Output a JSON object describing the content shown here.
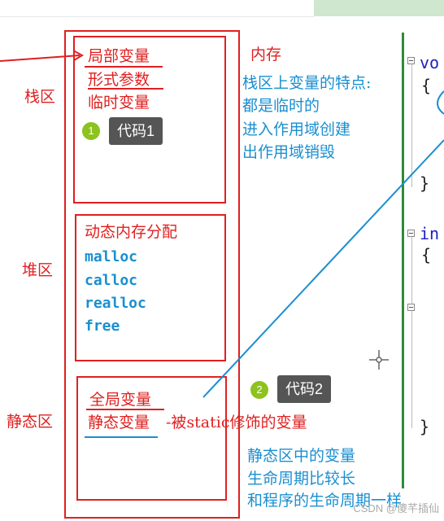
{
  "memory_title": "内存",
  "stack": {
    "label": "栈区",
    "items": [
      "局部变量",
      "形式参数",
      "临时变量"
    ],
    "note_lines": [
      "栈区上变量的特点:",
      "都是临时的",
      "进入作用域创建",
      "出作用域销毁"
    ]
  },
  "heap": {
    "label": "堆区",
    "title": "动态内存分配",
    "functions": [
      "malloc",
      "calloc",
      "realloc",
      "free"
    ]
  },
  "static": {
    "label": "静态区",
    "items": [
      "全局变量",
      "静态变量"
    ],
    "static_note": "-被static修饰的变量",
    "note_lines": [
      "静态区中的变量",
      "生命周期比较长",
      "和程序的生命周期一样"
    ]
  },
  "tooltips": [
    {
      "number": "1",
      "text": "代码1"
    },
    {
      "number": "2",
      "text": "代码2"
    }
  ],
  "code_panel": {
    "line1": "vo",
    "brace_open1": "{",
    "brace_close1": "}",
    "line2": "in",
    "brace_open2": "{",
    "brace_close2": "}"
  },
  "watermark": "CSDN @傻芊插仙",
  "colors": {
    "annotation_red": "#e02020",
    "annotation_blue": "#1a8fd0",
    "tooltip_bg": "#555555",
    "badge_green": "#8dc21f",
    "editor_green": "#2e8b3a"
  }
}
